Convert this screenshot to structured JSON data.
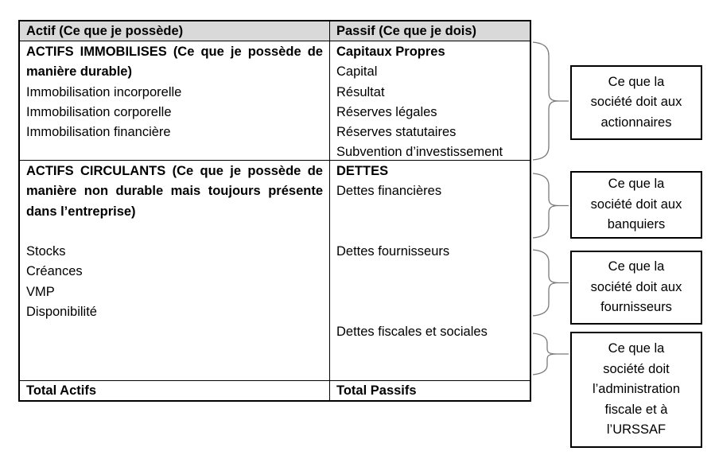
{
  "table": {
    "header": {
      "actif": "Actif (Ce que je possède)",
      "passif": "Passif (Ce que je dois)"
    },
    "actifs_immobilises": {
      "title": "ACTIFS IMMOBILISES (Ce que je possède de manière durable)",
      "items": "Immobilisation incorporelle\nImmobilisation corporelle\nImmobilisation financière"
    },
    "capitaux_propres": {
      "title": "Capitaux Propres",
      "items": "Capital\nRésultat\nRéserves légales\nRéserves statutaires\nSubvention d’investissement"
    },
    "actifs_circulants": {
      "title": "ACTIFS CIRCULANTS (Ce que je possède de manière non durable mais toujours présente dans l’entreprise)",
      "items": "\nStocks\nCréances\nVMP\nDisponibilité"
    },
    "dettes": {
      "title": "DETTES",
      "items": "Dettes financières\n\n\nDettes fournisseurs\n\n\n\nDettes fiscales et sociales"
    },
    "totals": {
      "actifs": "Total Actifs",
      "passifs": "Total Passifs"
    }
  },
  "annotations": [
    {
      "text": "Ce que la\nsociété doit aux\nactionnaires"
    },
    {
      "text": "Ce que la\nsociété doit aux\nbanquiers"
    },
    {
      "text": "Ce que la\nsociété doit aux\nfournisseurs"
    },
    {
      "text": "Ce que la\nsociété doit\nl’administration\nfiscale et à\nl’URSSAF"
    }
  ],
  "colors": {
    "header_bg": "#d9d9d9",
    "border": "#000000",
    "brace": "#7a7a7a"
  }
}
